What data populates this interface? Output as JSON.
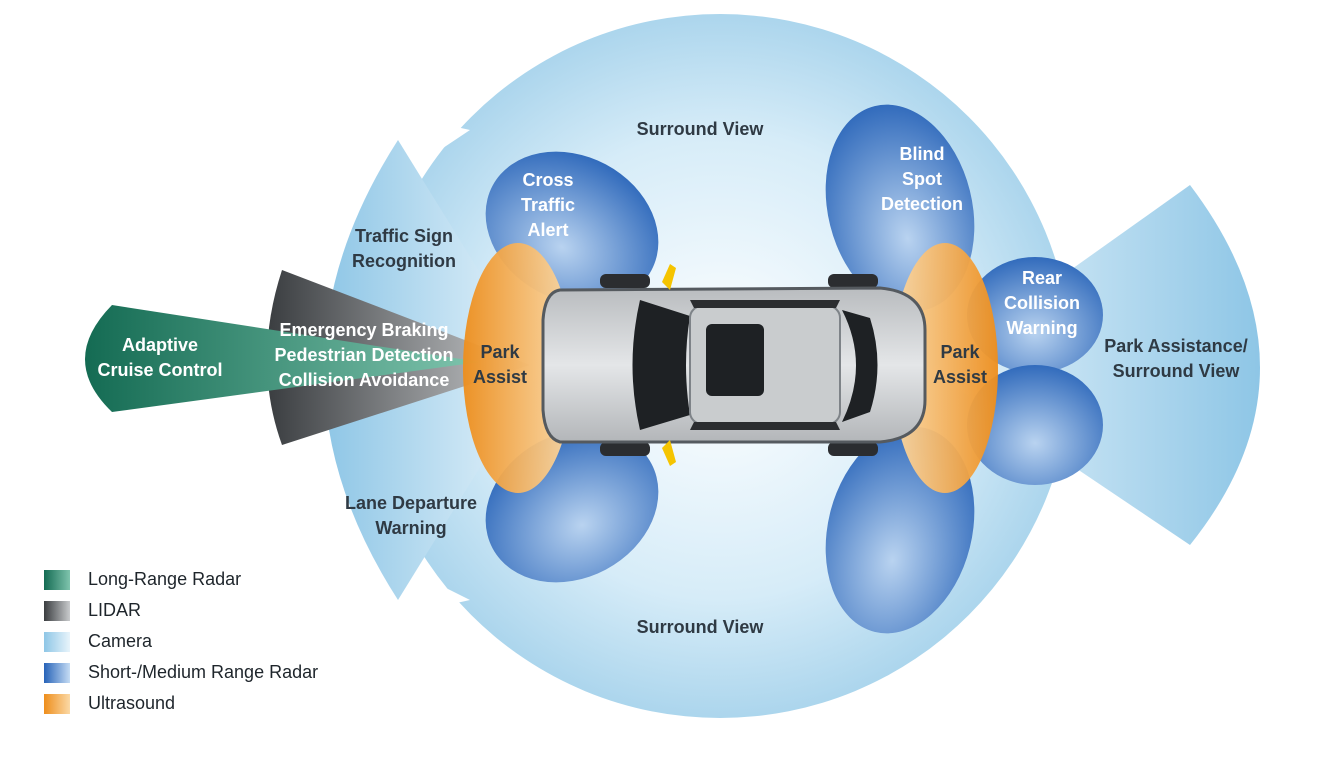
{
  "colors": {
    "long_range_radar": "#1a7a5e",
    "lidar": "#4a4d50",
    "camera": "#9fcde8",
    "short_medium_radar": "#2f6fc4",
    "ultrasound": "#f29a2e"
  },
  "zones": {
    "adaptive_cruise": [
      "Adaptive",
      "Cruise Control"
    ],
    "emergency_braking": [
      "Emergency Braking",
      "Pedestrian Detection",
      "Collision Avoidance"
    ],
    "traffic_sign": [
      "Traffic Sign",
      "Recognition"
    ],
    "lane_departure": [
      "Lane Departure",
      "Warning"
    ],
    "cross_traffic": [
      "Cross",
      "Traffic",
      "Alert"
    ],
    "surround_view_top": "Surround View",
    "surround_view_bottom": "Surround View",
    "blind_spot": [
      "Blind",
      "Spot",
      "Detection"
    ],
    "rear_collision": [
      "Rear",
      "Collision",
      "Warning"
    ],
    "park_assist_front": [
      "Park",
      "Assist"
    ],
    "park_assist_rear": [
      "Park",
      "Assist"
    ],
    "park_assistance_surround": [
      "Park Assistance/",
      "Surround View"
    ]
  },
  "legend": [
    {
      "label": "Long-Range Radar",
      "color": "#1a7a5e"
    },
    {
      "label": "LIDAR",
      "color": "#4a4d50"
    },
    {
      "label": "Camera",
      "color": "#9fcde8"
    },
    {
      "label": "Short-/Medium Range Radar",
      "color": "#2f6fc4"
    },
    {
      "label": "Ultrasound",
      "color": "#f29a2e"
    }
  ]
}
